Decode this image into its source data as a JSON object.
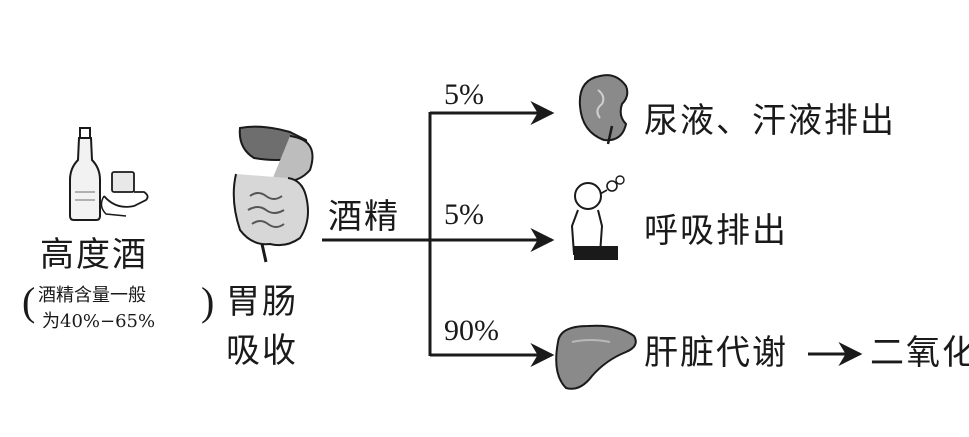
{
  "source": {
    "title": "高度酒",
    "note_line1": "酒精含量一般",
    "note_line2": "为40%−65%",
    "paren_open": "(",
    "paren_close": ")"
  },
  "absorb": {
    "line1": "胃肠",
    "line2": "吸收"
  },
  "flow_label": "酒精",
  "branches": [
    {
      "percent": "5%",
      "destination": "尿液、汗液排出",
      "icon": "kidney-icon"
    },
    {
      "percent": "5%",
      "destination": "呼吸排出",
      "icon": "breathing-person-icon"
    },
    {
      "percent": "90%",
      "destination": "肝脏代谢",
      "icon": "liver-icon"
    }
  ],
  "final_product": "二氧化",
  "icons": [
    "liquor-bottle-icon",
    "glass-icon",
    "digestive-system-icon"
  ],
  "colors": {
    "ink": "#1a1a1a",
    "organ": "#8a8a8a"
  }
}
